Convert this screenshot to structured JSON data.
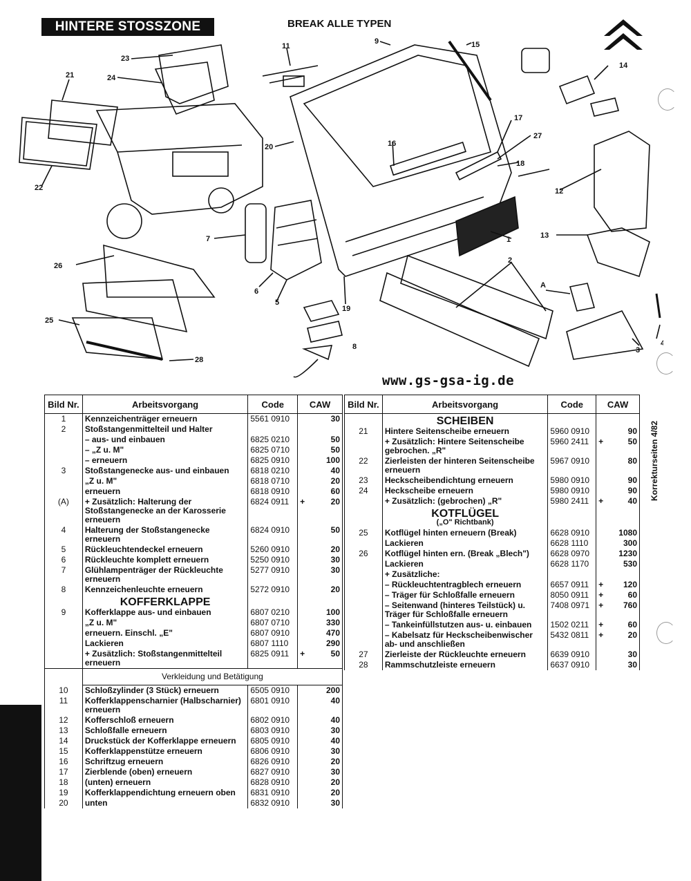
{
  "header": {
    "title": "HINTERE STOSSZONE",
    "subtitle": "BREAK ALLE TYPEN",
    "website": "www.gs-gsa-ig.de",
    "side_note": "Korrekturseiten 4/82",
    "brand": "citroen-double-chevron-logo"
  },
  "diagram": {
    "callouts": [
      "1",
      "2",
      "3",
      "4",
      "5",
      "6",
      "7",
      "8",
      "9",
      "11",
      "12",
      "13",
      "14",
      "15",
      "16",
      "17",
      "18",
      "19",
      "20",
      "21",
      "22",
      "23",
      "24",
      "25",
      "26",
      "27",
      "28",
      "A"
    ]
  },
  "table": {
    "headers": {
      "nr": "Bild Nr.",
      "op": "Arbeitsvorgang",
      "code": "Code",
      "caw": "CAW"
    },
    "left": [
      {
        "nr": "1",
        "desc": "Kennzeichenträger erneuern",
        "code": "5561 0910",
        "caw": "30"
      },
      {
        "nr": "2",
        "desc": "Stoßstangenmittelteil und Halter",
        "code": "",
        "caw": ""
      },
      {
        "nr": "",
        "desc": "– aus- und einbauen",
        "code": "6825 0210",
        "caw": "50"
      },
      {
        "nr": "",
        "desc": "– „Z u. M\"",
        "code": "6825 0710",
        "caw": "50"
      },
      {
        "nr": "",
        "desc": "– erneuern",
        "code": "6825 0910",
        "caw": "100"
      },
      {
        "nr": "3",
        "desc": "Stoßstangenecke aus- und einbauen",
        "code": "6818 0210",
        "caw": "40"
      },
      {
        "nr": "",
        "desc": "„Z u. M\"",
        "code": "6818 0710",
        "caw": "20"
      },
      {
        "nr": "",
        "desc": "erneuern",
        "code": "6818 0910",
        "caw": "60"
      },
      {
        "nr": "(A)",
        "desc": "+ Zusätzlich: Halterung der Stoßstangenecke an der Karosserie erneuern",
        "code": "6824 0911",
        "caw": "20",
        "plus": "+"
      },
      {
        "nr": "4",
        "desc": "Halterung der Stoßstangenecke erneuern",
        "code": "6824 0910",
        "caw": "50"
      },
      {
        "nr": "5",
        "desc": "Rückleuchtendeckel erneuern",
        "code": "5260 0910",
        "caw": "20"
      },
      {
        "nr": "6",
        "desc": "Rückleuchte komplett erneuern",
        "code": "5250 0910",
        "caw": "30"
      },
      {
        "nr": "7",
        "desc": "Glühlampenträger der Rückleuchte erneuern",
        "code": "5277 0910",
        "caw": "30"
      },
      {
        "nr": "8",
        "desc": "Kennzeichenleuchte erneuern",
        "code": "5272 0910",
        "caw": "20"
      },
      {
        "section": "KOFFERKLAPPE"
      },
      {
        "nr": "9",
        "desc": "Kofferklappe aus- und einbauen",
        "code": "6807 0210",
        "caw": "100"
      },
      {
        "nr": "",
        "desc": "„Z u. M\"",
        "code": "6807 0710",
        "caw": "330"
      },
      {
        "nr": "",
        "desc": "erneuern. Einschl. „E\"",
        "code": "6807 0910",
        "caw": "470"
      },
      {
        "nr": "",
        "desc": "Lackieren",
        "code": "6807 1110",
        "caw": "290"
      },
      {
        "nr": "",
        "desc": "+ Zusätzlich: Stoßstangenmittelteil erneuern",
        "code": "6825 0911",
        "caw": "50",
        "plus": "+"
      },
      {
        "subsection": "Verkleidung und Betätigung"
      },
      {
        "nr": "10",
        "desc": "Schloßzylinder (3 Stück) erneuern",
        "code": "6505 0910",
        "caw": "200"
      },
      {
        "nr": "11",
        "desc": "Kofferklappenscharnier (Halbscharnier) erneuern",
        "code": "6801 0910",
        "caw": "40"
      },
      {
        "nr": "12",
        "desc": "Kofferschloß erneuern",
        "code": "6802 0910",
        "caw": "40"
      },
      {
        "nr": "13",
        "desc": "Schloßfalle erneuern",
        "code": "6803 0910",
        "caw": "30"
      },
      {
        "nr": "14",
        "desc": "Druckstück der Kofferklappe erneuern",
        "code": "6805 0910",
        "caw": "40"
      },
      {
        "nr": "15",
        "desc": "Kofferklappenstütze erneuern",
        "code": "6806 0910",
        "caw": "30"
      },
      {
        "nr": "16",
        "desc": "Schriftzug erneuern",
        "code": "6826 0910",
        "caw": "20"
      },
      {
        "nr": "17",
        "desc": "Zierblende (oben) erneuern",
        "code": "6827 0910",
        "caw": "30"
      },
      {
        "nr": "18",
        "desc": "(unten) erneuern",
        "code": "6828 0910",
        "caw": "20"
      },
      {
        "nr": "19",
        "desc": "Kofferklappendichtung erneuern oben",
        "code": "6831 0910",
        "caw": "20"
      },
      {
        "nr": "20",
        "desc": "unten",
        "code": "6832 0910",
        "caw": "30"
      }
    ],
    "right": [
      {
        "section": "SCHEIBEN"
      },
      {
        "nr": "21",
        "desc": "Hintere Seitenscheibe erneuern",
        "code": "5960 0910",
        "caw": "90"
      },
      {
        "nr": "",
        "desc": "+ Zusätzlich: Hintere Seitenscheibe gebrochen. „R\"",
        "code": "5960 2411",
        "caw": "50",
        "plus": "+"
      },
      {
        "nr": "22",
        "desc": "Zierleisten der hinteren Seitenscheibe erneuern",
        "code": "5967 0910",
        "caw": "80"
      },
      {
        "nr": "23",
        "desc": "Heckscheibendichtung erneuern",
        "code": "5980 0910",
        "caw": "90"
      },
      {
        "nr": "24",
        "desc": "Heckscheibe erneuern",
        "code": "5980 0910",
        "caw": "90"
      },
      {
        "nr": "",
        "desc": "+ Zusätzlich: (gebrochen) „R\"",
        "code": "5980 2411",
        "caw": "40",
        "plus": "+"
      },
      {
        "section": "KOTFLÜGEL",
        "note": "(„O\" Richtbank)"
      },
      {
        "nr": "25",
        "desc": "Kotflügel hinten erneuern (Break)",
        "code": "6628 0910",
        "caw": "1080"
      },
      {
        "nr": "",
        "desc": "Lackieren",
        "code": "6628 1110",
        "caw": "300"
      },
      {
        "nr": "26",
        "desc": "Kotflügel hinten ern. (Break „Blech\")",
        "code": "6628 0970",
        "caw": "1230"
      },
      {
        "nr": "",
        "desc": "Lackieren",
        "code": "6628 1170",
        "caw": "530"
      },
      {
        "nr": "",
        "desc": "+ Zusätzliche:",
        "code": "",
        "caw": ""
      },
      {
        "nr": "",
        "desc": "– Rückleuchtentragblech erneuern",
        "code": "6657 0911",
        "caw": "120",
        "plus": "+"
      },
      {
        "nr": "",
        "desc": "– Träger für Schloßfalle erneuern",
        "code": "8050 0911",
        "caw": "60",
        "plus": "+"
      },
      {
        "nr": "",
        "desc": "– Seitenwand (hinteres Teilstück) u. Träger für Schloßfalle erneuern",
        "code": "7408 0971",
        "caw": "760",
        "plus": "+"
      },
      {
        "nr": "",
        "desc": "– Tankeinfüllstutzen aus- u. einbauen",
        "code": "1502 0211",
        "caw": "60",
        "plus": "+"
      },
      {
        "nr": "",
        "desc": "– Kabelsatz für Heckscheibenwischer ab- und anschließen",
        "code": "5432 0811",
        "caw": "20",
        "plus": "+"
      },
      {
        "nr": "27",
        "desc": "Zierleiste der Rückleuchte erneuern",
        "code": "6639 0910",
        "caw": "30"
      },
      {
        "nr": "28",
        "desc": "Rammschutzleiste erneuern",
        "code": "6637 0910",
        "caw": "30"
      }
    ]
  }
}
